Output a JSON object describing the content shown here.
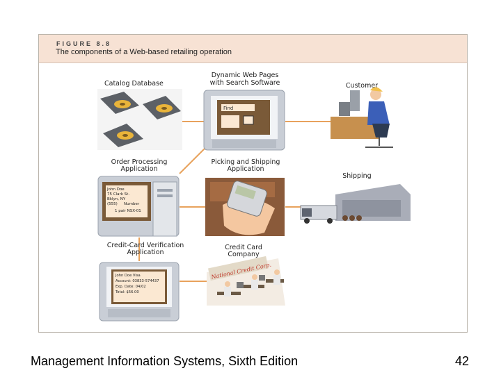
{
  "figure": {
    "label": "FIGURE 8.8",
    "caption": "The components of a Web-based retailing operation"
  },
  "components": {
    "catalog_database": "Catalog Database",
    "dynamic_pages_line1": "Dynamic Web Pages",
    "dynamic_pages_line2": "with Search Software",
    "customer": "Customer",
    "order_processing_line1": "Order Processing",
    "order_processing_line2": "Application",
    "picking_shipping_line1": "Picking and Shipping",
    "picking_shipping_line2": "Application",
    "shipping": "Shipping",
    "credit_verification_line1": "Credit-Card Verification",
    "credit_verification_line2": "Application",
    "credit_company_line1": "Credit Card",
    "credit_company_line2": "Company"
  },
  "screen_text": {
    "find": "Find",
    "order_line1": "John Doe",
    "order_line2": "75 Clark St.",
    "order_line3": "Bklyn, NY",
    "order_line4": "(555)",
    "order_line5": "Number",
    "order_line6": "1 pair NSX-01",
    "credit_line1": "John Doe       Visa",
    "credit_line2": "Account: 03833-574437",
    "credit_line3": "Exp. Date: 04/02",
    "credit_line4": "Total: $56.00",
    "sign": "National Credit Corp."
  },
  "footer": {
    "title": "Management Information Systems, Sixth Edition",
    "page_number": "42"
  },
  "colors": {
    "header_bg": "#f7e2d4",
    "connector": "#e8a25c",
    "monitor": "#c9ced6",
    "screen_brown": "#7a5a38"
  }
}
